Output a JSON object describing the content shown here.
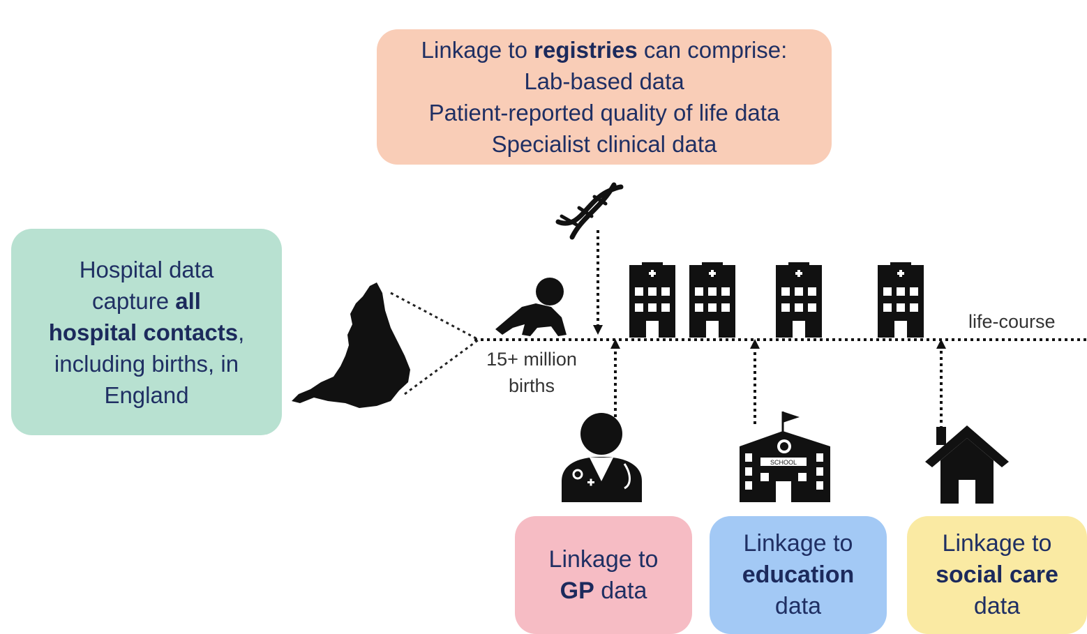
{
  "registries": {
    "line1_pre": "Linkage to ",
    "line1_bold": "registries",
    "line1_post": " can comprise:",
    "items": [
      "Lab-based data",
      "Patient-reported quality of life data",
      "Specialist clinical data"
    ]
  },
  "hospital": {
    "line1": "Hospital data",
    "line2_pre": "capture ",
    "line2_bold": "all",
    "line3_bold": "hospital contacts",
    "line3_post": ",",
    "line4": "including births, in",
    "line5": "England"
  },
  "births": {
    "line1": "15+ million",
    "line2": "births"
  },
  "timeline": {
    "label": "life-course"
  },
  "gp": {
    "line1": "Linkage to",
    "line2_bold": "GP",
    "line2_post": " data"
  },
  "education": {
    "line1": "Linkage to",
    "line2_bold": "education",
    "line3": "data"
  },
  "social": {
    "line1": "Linkage to",
    "line2_bold": "social care",
    "line3": "data"
  },
  "school_sign": "SCHOOL",
  "colors": {
    "registries_bg": "#f9cdb7",
    "hospital_bg": "#b8e1d1",
    "gp_bg": "#f6bcc4",
    "education_bg": "#a3c9f5",
    "social_bg": "#faeaa3",
    "text": "#1f2f63"
  },
  "icons": [
    "england-map-icon",
    "dna-icon",
    "baby-crawling-icon",
    "hospital-building-icon",
    "doctor-icon",
    "school-icon",
    "house-icon"
  ]
}
